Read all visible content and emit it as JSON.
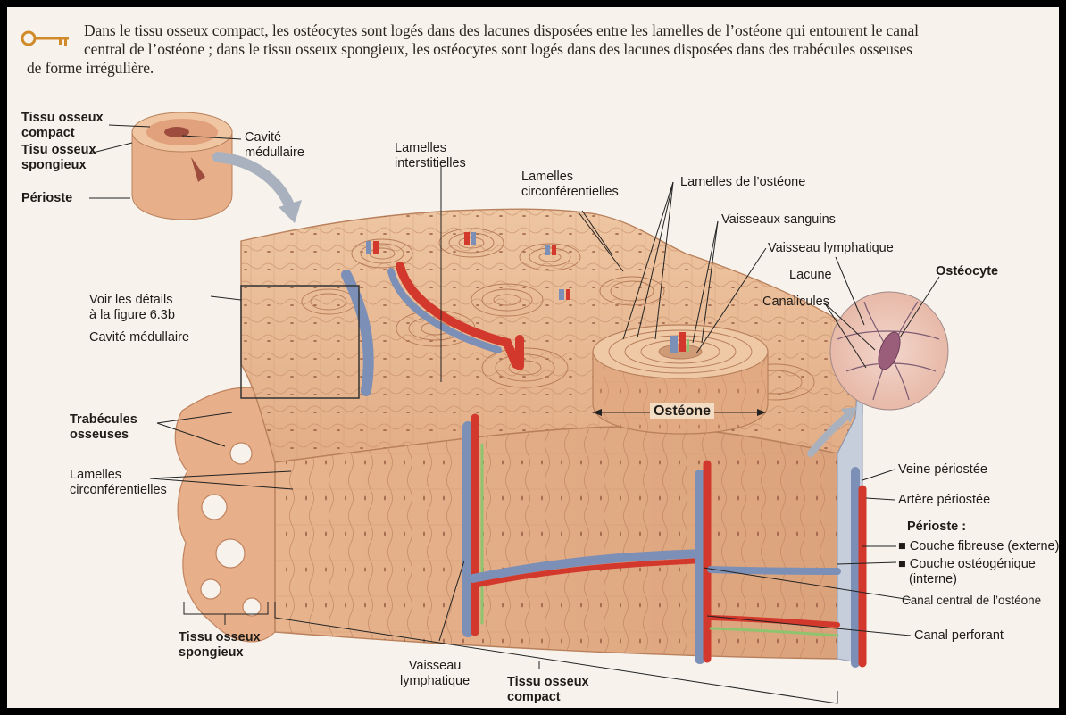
{
  "caption": {
    "line1": "Dans le tissu osseux compact, les ostéocytes sont logés dans des lacunes disposées entre les lamelles de l’ostéone qui entourent le canal",
    "line2": "central de l’ostéone ; dans le tissu osseux spongieux, les ostéocytes sont logés dans des lacunes disposées dans des trabécules osseuses",
    "line3": "de forme irrégulière.",
    "icon": "key-icon"
  },
  "labels": {
    "tissu_compact_inset": [
      "Tissu osseux",
      "compact"
    ],
    "tissu_spongieux_inset": [
      "Tisu osseux",
      "spongieux"
    ],
    "periosteum_inset": "Périoste",
    "cavite_inset": [
      "Cavité",
      "médullaire"
    ],
    "lamelles_interstitielles": [
      "Lamelles",
      "interstitielles"
    ],
    "lamelles_circ_top": [
      "Lamelles",
      "circonférentielles"
    ],
    "lamelles_osteone": "Lamelles de l’ostéone",
    "vaisseaux_sanguins": "Vaisseaux sanguins",
    "vaisseau_lymphatique_top": "Vaisseau lymphatique",
    "lacune": "Lacune",
    "canalicules": "Canalicules",
    "osteocyte": "Ostéocyte",
    "voir_details": [
      "Voir les détails",
      "à la figure 6.3b"
    ],
    "cavite_medullaire": "Cavité médullaire",
    "osteone": "Ostéone",
    "trabecules": [
      "Trabécules",
      "osseuses"
    ],
    "lamelles_circ_left": [
      "Lamelles",
      "circonférentielles"
    ],
    "veine_periostee": "Veine périostée",
    "artere_periostee": "Artère périostée",
    "perioste": "Périoste :",
    "couche_fibreuse": "■ Couche fibreuse (externe)",
    "couche_osteogenique": [
      "■ Couche ostéogénique",
      "(interne)"
    ],
    "canal_central": "Canal central de l’ostéone",
    "canal_perforant": "Canal perforant",
    "tissu_spongieux_bottom": [
      "Tissu osseux",
      "spongieux"
    ],
    "vaisseau_lymphatique_bottom": [
      "Vaisseau",
      "lymphatique"
    ],
    "tissu_compact_bottom": [
      "Tissu osseux",
      "compact"
    ]
  },
  "colors": {
    "bone": "#e9bd98",
    "bone_dark": "#c98e68",
    "artery": "#d2382b",
    "vein": "#7c8fb6",
    "lymph": "#8fc46e",
    "periosteum": "#b9c3d6"
  }
}
